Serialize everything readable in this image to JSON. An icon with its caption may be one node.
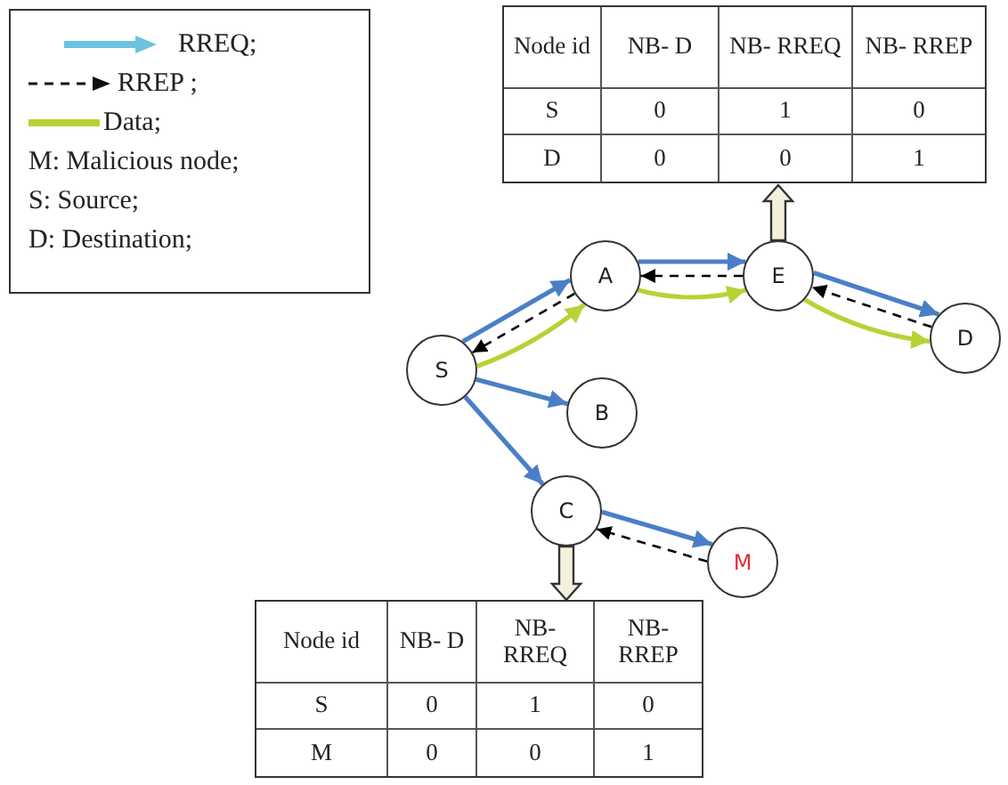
{
  "diagram": {
    "nodes": [
      {
        "text": [
          "Node id",
          "NB- D",
          "NB- RREQ",
          "NB- RREP",
          "S",
          "0",
          "1",
          "0",
          "D",
          "0",
          "0",
          "1"
        ]
      },
      {
        "text": [
          "A"
        ]
      },
      {
        "text": [
          "E"
        ]
      },
      {
        "text": [
          "S"
        ]
      },
      {
        "text": [
          "D"
        ]
      },
      {
        "text": [
          "B"
        ]
      },
      {
        "text": [
          "C"
        ]
      },
      {
        "text": [
          "M"
        ]
      },
      {
        "text": [
          "Node id",
          "NB- D",
          "NB- RREQ",
          "NB- RREP",
          "S",
          "0",
          "1",
          "0",
          "M",
          "0",
          "0",
          "1"
        ]
      }
    ],
    "edges": [
      {
        "from": 3,
        "to": 1,
        "arrow": "to"
      },
      {
        "from": 1,
        "to": 3,
        "arrow": "to",
        "style": "dashed",
        "color": "#000000"
      },
      {
        "from": 3,
        "to": 1,
        "arrow": "to",
        "color": "#b5d334"
      },
      {
        "from": 1,
        "to": 2,
        "arrow": "to"
      },
      {
        "from": 2,
        "to": 1,
        "arrow": "to",
        "style": "dashed",
        "color": "#000000"
      },
      {
        "from": 1,
        "to": 2,
        "arrow": "to",
        "color": "#b5d334"
      },
      {
        "from": 2,
        "to": 4,
        "arrow": "to"
      },
      {
        "from": 4,
        "to": 2,
        "arrow": "to",
        "style": "dashed",
        "color": "#000000"
      },
      {
        "from": 2,
        "to": 4,
        "arrow": "to",
        "color": "#b5d334"
      },
      {
        "from": 3,
        "to": 5,
        "arrow": "to"
      },
      {
        "from": 3,
        "to": 6,
        "arrow": "to"
      },
      {
        "from": 6,
        "to": 7,
        "arrow": "to"
      },
      {
        "from": 7,
        "to": 6,
        "arrow": "to",
        "style": "dashed",
        "color": "#000000"
      },
      {
        "from": 2,
        "to": 0,
        "arrow": "to",
        "style": "thick",
        "color": "#f5f0dc"
      },
      {
        "from": 6,
        "to": 8,
        "arrow": "to",
        "style": "thick",
        "color": "#f5f0dc"
      }
    ],
    "legend": [
      {
        "text": "RREQ;"
      },
      {
        "text": "RREP ;"
      },
      {
        "text": "Data;"
      },
      {
        "text": "M: Malicious node;"
      },
      {
        "text": "S: Source;"
      },
      {
        "text": "D: Destination;"
      }
    ]
  }
}
